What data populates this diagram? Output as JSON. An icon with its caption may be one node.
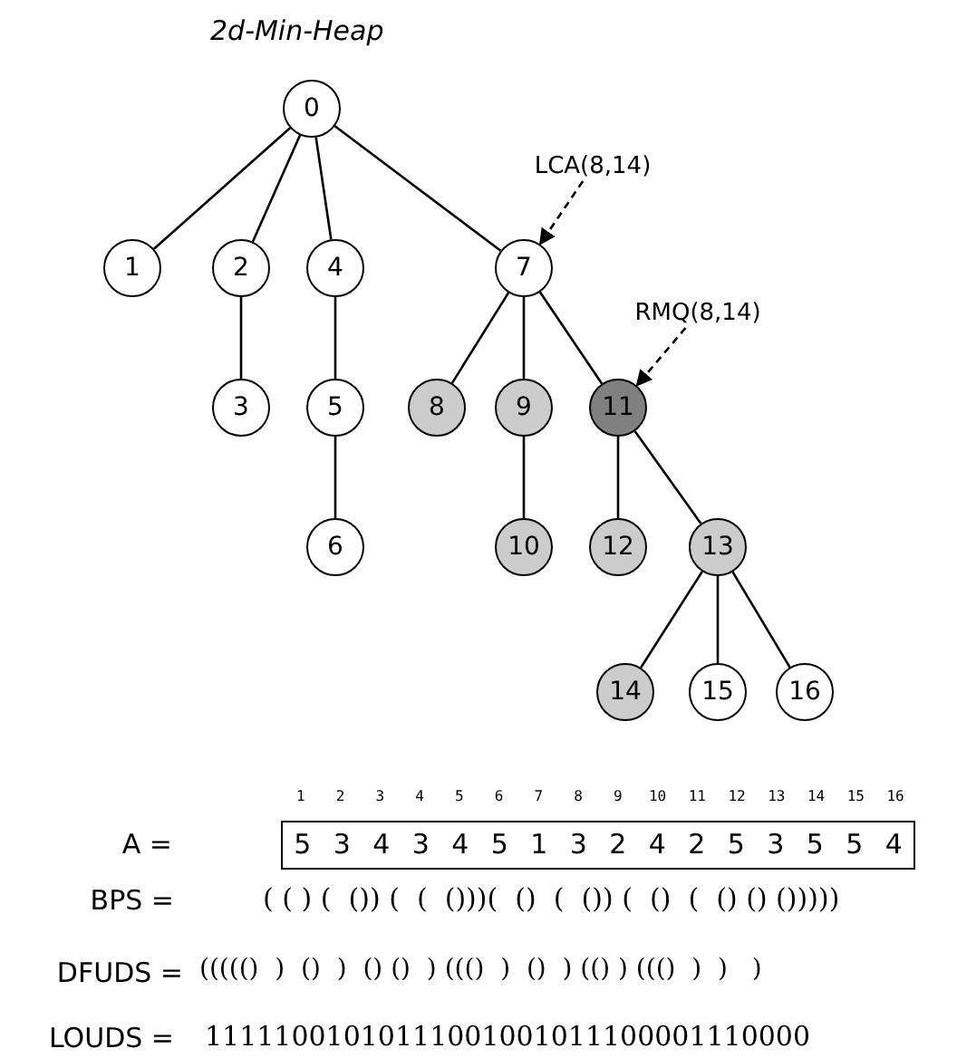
{
  "diagram": {
    "title": "2d-Min-Heap",
    "nodes": [
      {
        "text": [
          "0"
        ]
      },
      {
        "text": [
          "1"
        ]
      },
      {
        "text": [
          "2"
        ]
      },
      {
        "text": [
          "3"
        ]
      },
      {
        "text": [
          "4"
        ]
      },
      {
        "text": [
          "5"
        ]
      },
      {
        "text": [
          "6"
        ]
      },
      {
        "text": [
          "7"
        ]
      },
      {
        "text": [
          "8"
        ]
      },
      {
        "text": [
          "9"
        ]
      },
      {
        "text": [
          "10"
        ]
      },
      {
        "text": [
          "11"
        ]
      },
      {
        "text": [
          "12"
        ]
      },
      {
        "text": [
          "13"
        ]
      },
      {
        "text": [
          "14"
        ]
      },
      {
        "text": [
          "15"
        ]
      },
      {
        "text": [
          "16"
        ]
      },
      {
        "text": [
          "LCA(8,14)"
        ]
      },
      {
        "text": [
          "RMQ(8,14)"
        ]
      }
    ],
    "edges": [
      {
        "from": 0,
        "to": 1,
        "arrow": "none"
      },
      {
        "from": 0,
        "to": 2,
        "arrow": "none"
      },
      {
        "from": 0,
        "to": 4,
        "arrow": "none"
      },
      {
        "from": 0,
        "to": 7,
        "arrow": "none"
      },
      {
        "from": 2,
        "to": 3,
        "arrow": "none"
      },
      {
        "from": 4,
        "to": 5,
        "arrow": "none"
      },
      {
        "from": 5,
        "to": 6,
        "arrow": "none"
      },
      {
        "from": 7,
        "to": 8,
        "arrow": "none"
      },
      {
        "from": 7,
        "to": 9,
        "arrow": "none"
      },
      {
        "from": 7,
        "to": 11,
        "arrow": "none"
      },
      {
        "from": 9,
        "to": 10,
        "arrow": "none"
      },
      {
        "from": 11,
        "to": 12,
        "arrow": "none"
      },
      {
        "from": 11,
        "to": 13,
        "arrow": "none"
      },
      {
        "from": 13,
        "to": 14,
        "arrow": "none"
      },
      {
        "from": 13,
        "to": 15,
        "arrow": "none"
      },
      {
        "from": 13,
        "to": 16,
        "arrow": "none"
      },
      {
        "from": 17,
        "to": 7,
        "arrow": "to",
        "style": "dashed"
      },
      {
        "from": 18,
        "to": 11,
        "arrow": "to",
        "style": "dashed"
      }
    ],
    "labels": [
      "1",
      "2",
      "3",
      "4",
      "5",
      "6",
      "7",
      "8",
      "9",
      "10",
      "11",
      "12",
      "13",
      "14",
      "15",
      "16",
      "A =",
      "5",
      "3",
      "4",
      "3",
      "4",
      "5",
      "1",
      "3",
      "2",
      "4",
      "2",
      "5",
      "3",
      "5",
      "5",
      "4",
      "BPS =",
      "( ( ) (  ()) (  (  ()))(  ()  (  ()) (  ()  (  () () ()))))",
      "DFUDS =",
      "((((()  )  ()  )  () ()  ) ((()  )  ()  ) (() ) ((()  )  )   )",
      "LOUDS =",
      "11111001010111001001011100001110000"
    ]
  }
}
